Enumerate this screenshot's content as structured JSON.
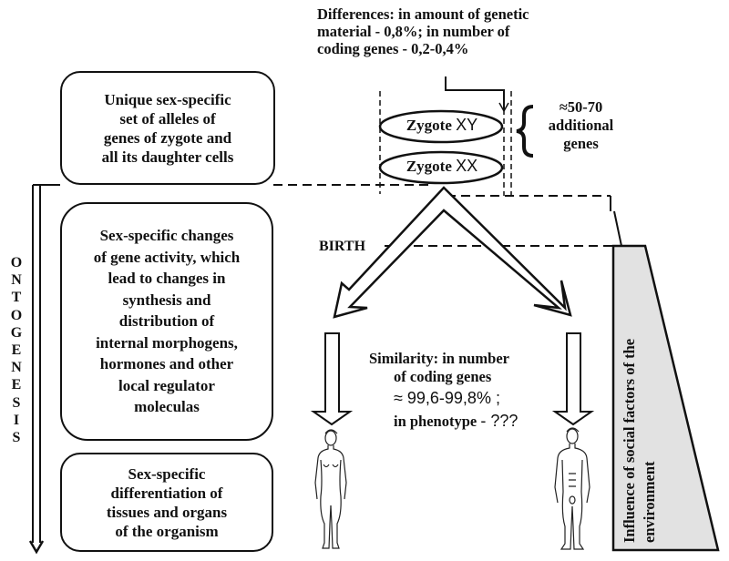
{
  "differences": {
    "lines": [
      "Differences: in amount of genetic",
      "material - 0,8%; in number of",
      "coding genes - 0,2-0,4%"
    ]
  },
  "zygotes": [
    {
      "word": "Zygote",
      "chromosomes": "XY"
    },
    {
      "word": "Zygote",
      "chromosomes": "XX"
    }
  ],
  "additional_genes": {
    "lines": [
      "≈50-70",
      "additional",
      "genes"
    ]
  },
  "boxes": {
    "alleles": {
      "lines": [
        "Unique sex-specific",
        "set of alleles of",
        "genes of zygote and",
        "all its daughter cells"
      ]
    },
    "gene_activity": {
      "lines": [
        "Sex-specific changes",
        "of gene activity, which",
        "lead to changes in",
        "synthesis and",
        "distribution of",
        "internal morphogens,",
        "hormones and other",
        "local regulator",
        "moleculas"
      ]
    },
    "differentiation": {
      "lines": [
        "Sex-specific",
        "differentiation of",
        "tissues and organs",
        "of the organism"
      ]
    }
  },
  "ontogenesis_letters": [
    "O",
    "N",
    "T",
    "O",
    "G",
    "E",
    "N",
    "E",
    "S",
    "I",
    "S"
  ],
  "birth_label": "BIRTH",
  "similarity": {
    "line1": "Similarity: in number",
    "line2": "of coding genes",
    "line3": "≈ 99,6-99,8% ;",
    "line4_label": "in phenotype",
    "line4_value": "- ???"
  },
  "environment_label": {
    "lines": [
      "Influence of social factors of the",
      "environment"
    ]
  },
  "colors": {
    "ink": "#111111",
    "wedge_fill": "#e2e2e2"
  }
}
